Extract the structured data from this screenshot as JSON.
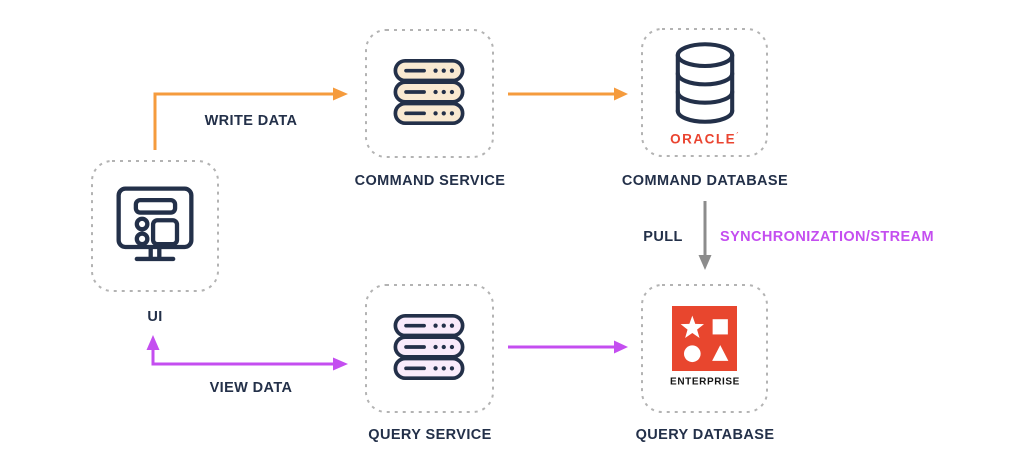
{
  "colors": {
    "navy": "#233049",
    "orange": "#F59B3D",
    "magenta": "#C44EF0",
    "gray": "#8C8C8C",
    "enterprise_red": "#E8462E",
    "oracle_red": "#EA4430",
    "server_cream_fill": "#F9E9D1",
    "server_pink_fill": "#F9EBFB",
    "box_dash_gray": "#B3B3B3"
  },
  "nodes": {
    "ui": {
      "label": "UI",
      "icon": "monitor-icon"
    },
    "command_service": {
      "label": "COMMAND SERVICE",
      "icon": "server-stack-icon"
    },
    "command_database": {
      "label": "COMMAND DATABASE",
      "icon": "database-cylinder-icon",
      "logo": "ORACLE"
    },
    "query_service": {
      "label": "QUERY SERVICE",
      "icon": "server-stack-icon"
    },
    "query_database": {
      "label": "QUERY DATABASE",
      "icon": "shapes-grid-icon",
      "logo": "ENTERPRISE"
    }
  },
  "edges": {
    "write_data": {
      "label": "WRITE DATA",
      "from": "ui",
      "to": "command_service"
    },
    "command_service_to_command_database": {
      "label": "",
      "from": "command_service",
      "to": "command_database"
    },
    "pull_sync": {
      "label_left": "PULL",
      "label_right": "SYNCHRONIZATION/STREAM",
      "from": "command_database",
      "to": "query_database"
    },
    "query_service_to_query_database": {
      "label": "",
      "from": "query_service",
      "to": "query_database"
    },
    "view_data": {
      "label": "VIEW DATA",
      "from": "query_service",
      "to": "ui",
      "bidirectional": true
    }
  }
}
